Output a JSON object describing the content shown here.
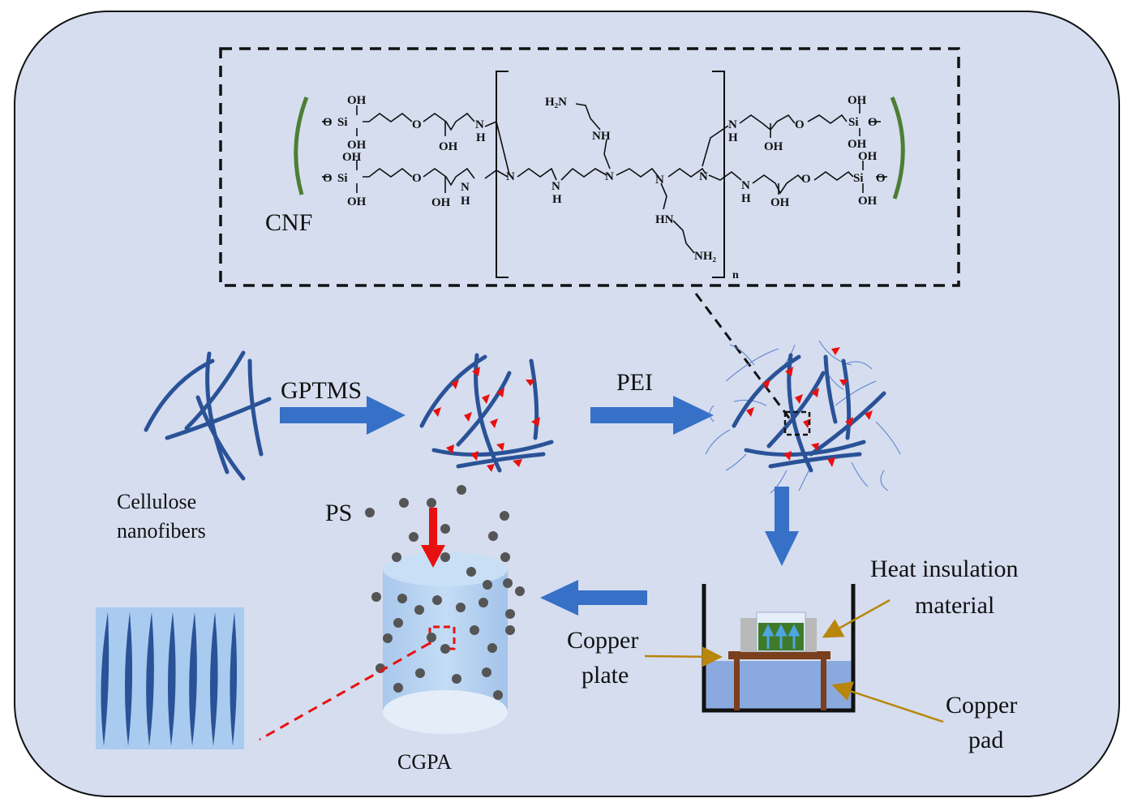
{
  "colors": {
    "panel": "#d5ddef",
    "fiber": "#2a5297",
    "arrow": "#3770c7",
    "cnf_green": "#4c7f33",
    "red": "#e81010",
    "gold_arrow": "#b8860b",
    "water": "#8aa9de",
    "pad": "#7a3f1c",
    "sphere": "#555555"
  },
  "chem": {
    "cnf_label": "CNF",
    "repeat_n": "n",
    "oh": "OH",
    "si": "Si",
    "o": "O",
    "n": "N",
    "h": "H",
    "nh": "NH",
    "hn": "HN",
    "h2n": "H₂N",
    "nh2": "NH₂"
  },
  "labels": {
    "gptms": "GPTMS",
    "pei": "PEI",
    "cellulose_line1": "Cellulose",
    "cellulose_line2": "nanofibers",
    "ps": "PS",
    "cgpa": "CGPA",
    "copper_plate_line1": "Copper",
    "copper_plate_line2": "plate",
    "heat_line1": "Heat insulation",
    "heat_line2": "material",
    "copper_pad_line1": "Copper",
    "copper_pad_line2": "pad"
  }
}
